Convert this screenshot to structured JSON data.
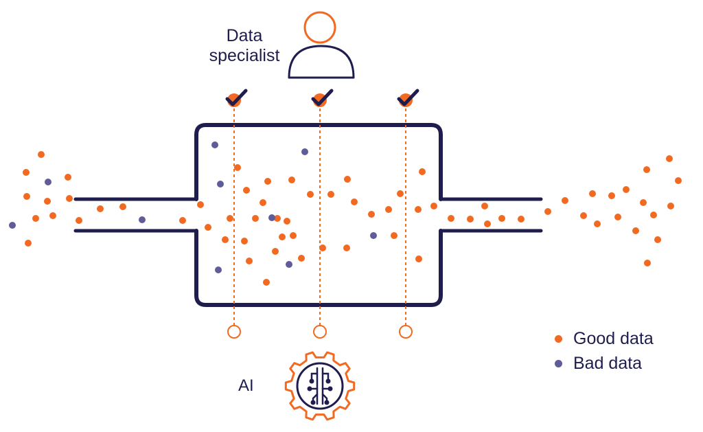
{
  "labels": {
    "specialist_line1": "Data",
    "specialist_line2": "specialist",
    "ai": "AI"
  },
  "legend": [
    {
      "label": "Good data",
      "color": "#f26a21"
    },
    {
      "label": "Bad data",
      "color": "#5f5c99"
    }
  ],
  "colors": {
    "navy": "#1f1d4d",
    "orange": "#f26a21",
    "good": "#f26a21",
    "bad": "#5f5c99"
  },
  "icons": [
    "person-icon",
    "check-icon",
    "gear-brain-icon"
  ],
  "checkpoints": 3
}
